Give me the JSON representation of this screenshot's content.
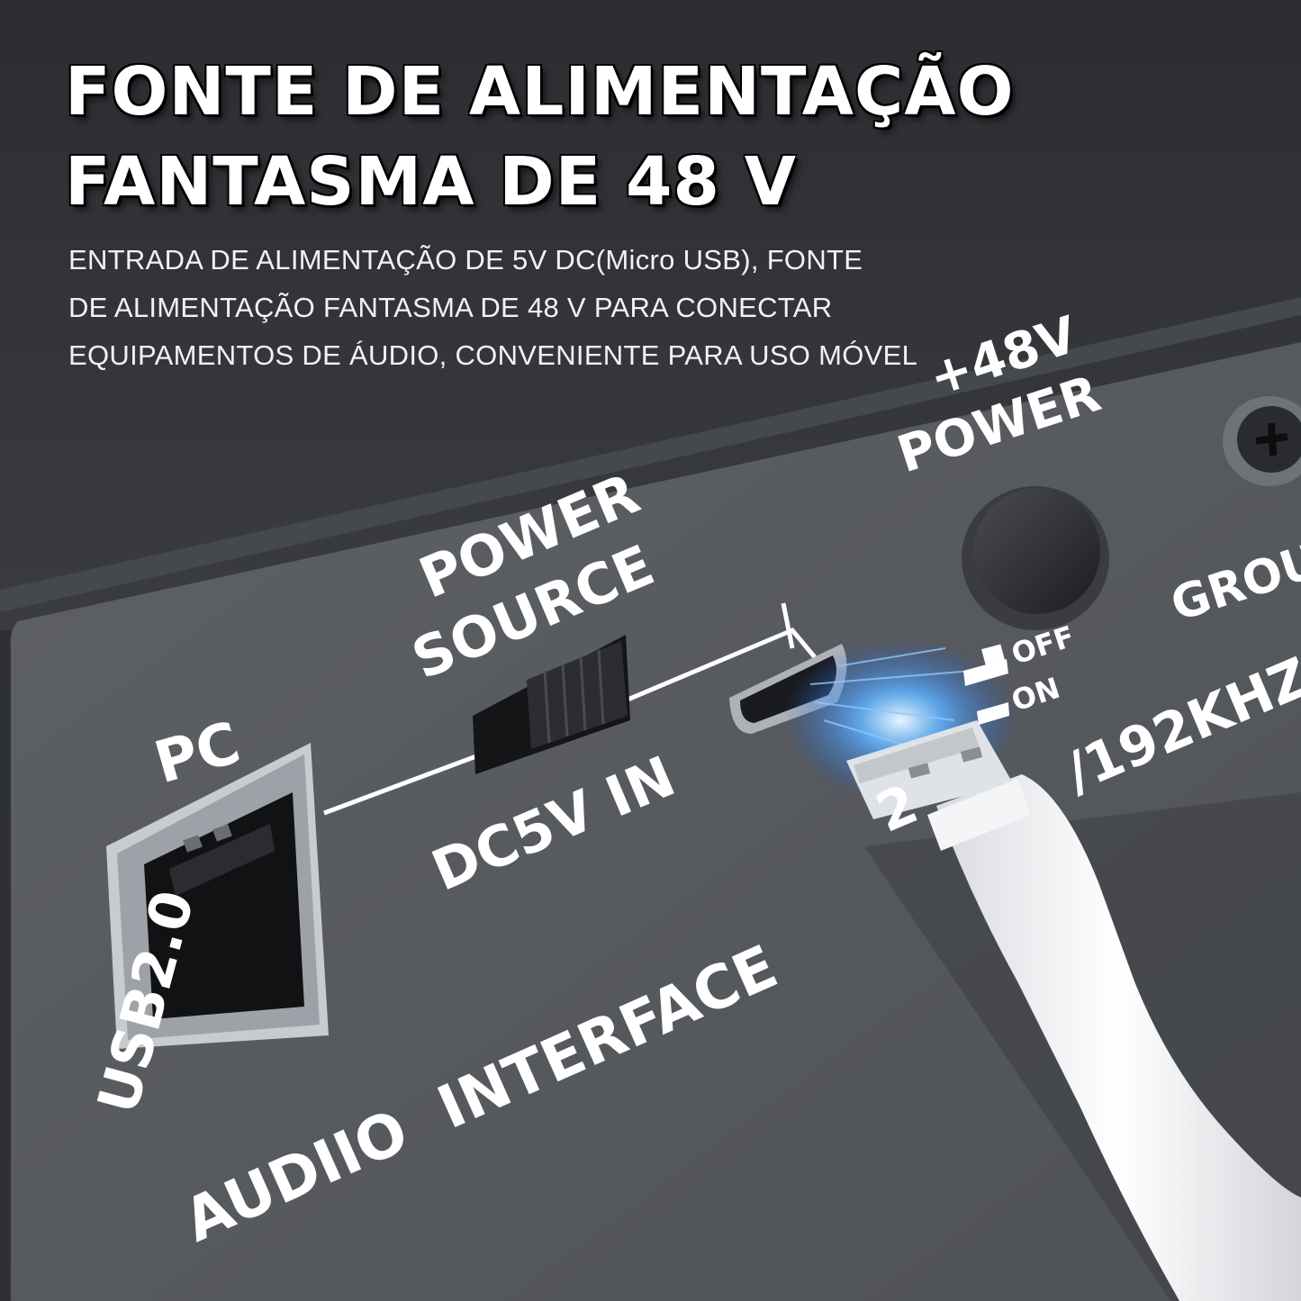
{
  "headline": {
    "line1": "FONTE DE ALIMENTAÇÃO",
    "line2": "FANTASMA DE 48 V"
  },
  "subtitle": {
    "line1": "ENTRADA DE ALIMENTAÇÃO DE 5V DC(Micro USB), FONTE",
    "line2": "DE ALIMENTAÇÃO FANTASMA DE 48 V PARA CONECTAR",
    "line3": "EQUIPAMENTOS DE ÁUDIO, CONVENIENTE PARA USO MÓVEL"
  },
  "panel_labels": {
    "pc": "PC",
    "usb": "USB2.0",
    "power_source_1": "POWER",
    "power_source_2": "SOURCE",
    "dc_in": "DC5V IN",
    "phantom_1": "+48V",
    "phantom_2": "POWER",
    "off": "OFF",
    "on": "ON",
    "ground": "GROU",
    "sample_rate": "/192KHZ",
    "interface_prefix": "2",
    "brand": "AUDIIO  INTERFACE"
  },
  "colors": {
    "panel": "#5b5e63",
    "top_body": "#2a2c30",
    "text": "#ffffff",
    "glow": "#4aa3ff"
  }
}
